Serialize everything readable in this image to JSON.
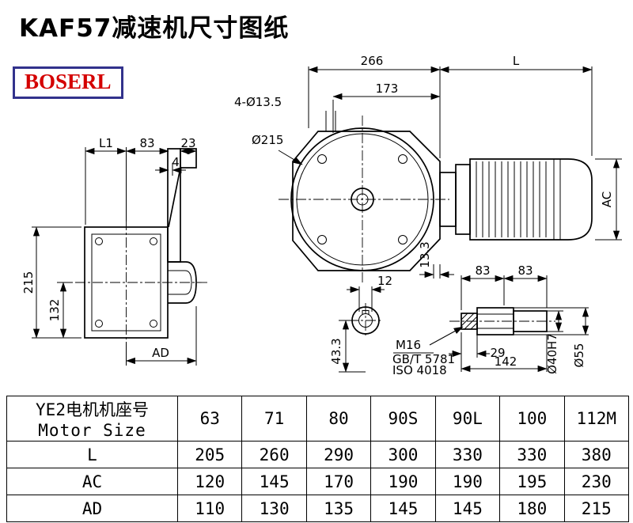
{
  "page": {
    "title": "KAF57减速机尺寸图纸",
    "logo_text": "BOSERL"
  },
  "drawing": {
    "front": {
      "d266": "266",
      "dL": "L",
      "d173": "173",
      "holes": "4-Ø13.5",
      "d215": "Ø215",
      "dAC": "AC",
      "d13_3": "13.3"
    },
    "side": {
      "dL1": "L1",
      "d83": "83",
      "d23": "23",
      "d4": "4",
      "d215v": "215",
      "d132": "132",
      "dAD": "AD"
    },
    "section": {
      "d12": "12",
      "d43_3": "43.3"
    },
    "shaft": {
      "d83a": "83",
      "d83b": "83",
      "m16": "M16",
      "gb": "GB/T 5781",
      "iso": "ISO 4018",
      "d29": "29",
      "d142": "142",
      "d40": "Ø40H7",
      "d55": "Ø55"
    }
  },
  "table": {
    "motor_label_cn": "YE2电机机座号",
    "motor_label_en": "Motor Size",
    "sizes": [
      "63",
      "71",
      "80",
      "90S",
      "90L",
      "100",
      "112M"
    ],
    "rows": [
      {
        "label": "L",
        "values": [
          "205",
          "260",
          "290",
          "300",
          "330",
          "330",
          "380"
        ]
      },
      {
        "label": "AC",
        "values": [
          "120",
          "145",
          "170",
          "190",
          "190",
          "195",
          "230"
        ]
      },
      {
        "label": "AD",
        "values": [
          "110",
          "130",
          "135",
          "145",
          "145",
          "180",
          "215"
        ]
      }
    ]
  }
}
